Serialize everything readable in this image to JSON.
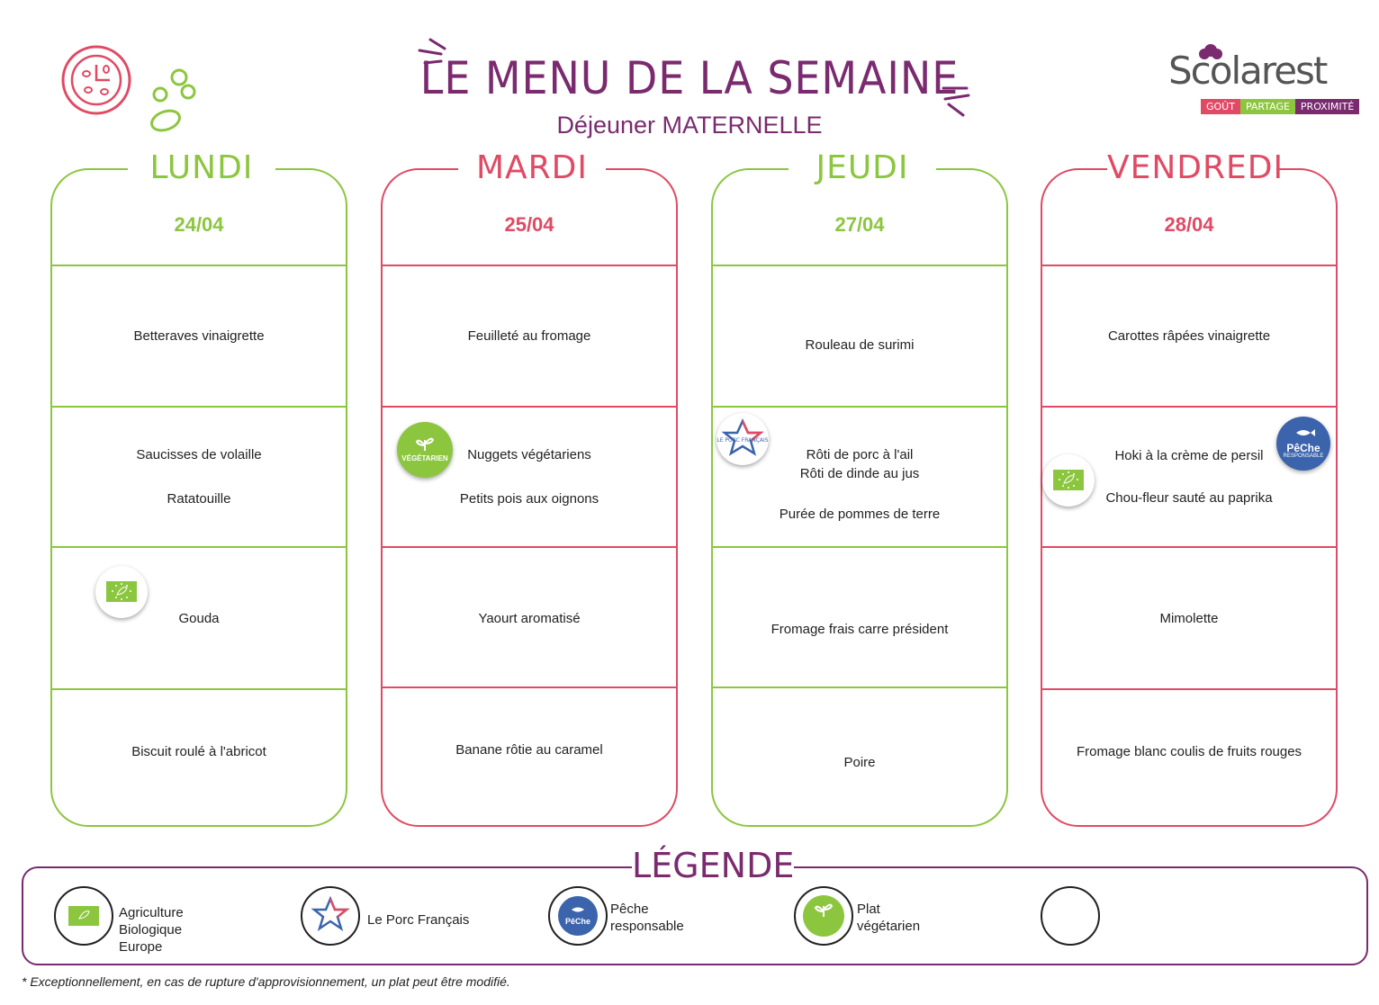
{
  "header": {
    "title": "LE MENU DE LA SEMAINE",
    "subtitle": "Déjeuner MATERNELLE"
  },
  "logo": {
    "name": "Scolarest",
    "tags": [
      "GOÛT",
      "PARTAGE",
      "PROXIMITÉ"
    ]
  },
  "days": [
    {
      "name": "LUNDI",
      "date": "24/04",
      "courses": [
        [
          "Betteraves vinaigrette"
        ],
        [
          "Saucisses de volaille",
          "Ratatouille"
        ],
        [
          "Gouda"
        ],
        [
          "Biscuit roulé à l'abricot"
        ]
      ]
    },
    {
      "name": "MARDI",
      "date": "25/04",
      "courses": [
        [
          "Feuilleté au fromage"
        ],
        [
          "Nuggets végétariens",
          "Petits pois aux oignons"
        ],
        [
          "Yaourt aromatisé"
        ],
        [
          "Banane rôtie au caramel"
        ]
      ]
    },
    {
      "name": "JEUDI",
      "date": "27/04",
      "courses": [
        [
          "Rouleau de surimi"
        ],
        [
          "Rôti de porc à l'ail",
          "Rôti de dinde au jus",
          "Purée de pommes de terre"
        ],
        [
          "Fromage frais carre président"
        ],
        [
          "Poire"
        ]
      ]
    },
    {
      "name": "VENDREDI",
      "date": "28/04",
      "courses": [
        [
          "Carottes râpées vinaigrette"
        ],
        [
          "Hoki à la crème de persil",
          "Chou-fleur sauté au paprika"
        ],
        [
          "Mimolette"
        ],
        [
          "Fromage blanc coulis de fruits rouges"
        ]
      ]
    }
  ],
  "badges": {
    "bio": "euro-leaf-icon",
    "vegetarien": "VÉGÉTARIEN",
    "porc": "LE PORC FRANÇAIS",
    "peche": "PêChe",
    "peche_sub": "RESPONSABLE"
  },
  "legend": {
    "title": "LÉGENDE",
    "items": [
      {
        "icon": "organic-eu-leaf-icon",
        "label": "Agriculture\nBiologique\nEurope"
      },
      {
        "icon": "porc-francais-icon",
        "label": "Le Porc Français"
      },
      {
        "icon": "peche-responsable-icon",
        "label": "Pêche\nresponsable"
      },
      {
        "icon": "vegetarian-icon",
        "label": "Plat\nvégétarien"
      },
      {
        "icon": "empty-circle-icon",
        "label": ""
      }
    ]
  },
  "footnote": "* Exceptionnellement, en cas de rupture d'approvisionnement, un plat peut être modifié.",
  "colors": {
    "purple": "#7a2a6e",
    "green": "#8cc63f",
    "red": "#e04a64",
    "peche_blue": "#3b64ad"
  }
}
